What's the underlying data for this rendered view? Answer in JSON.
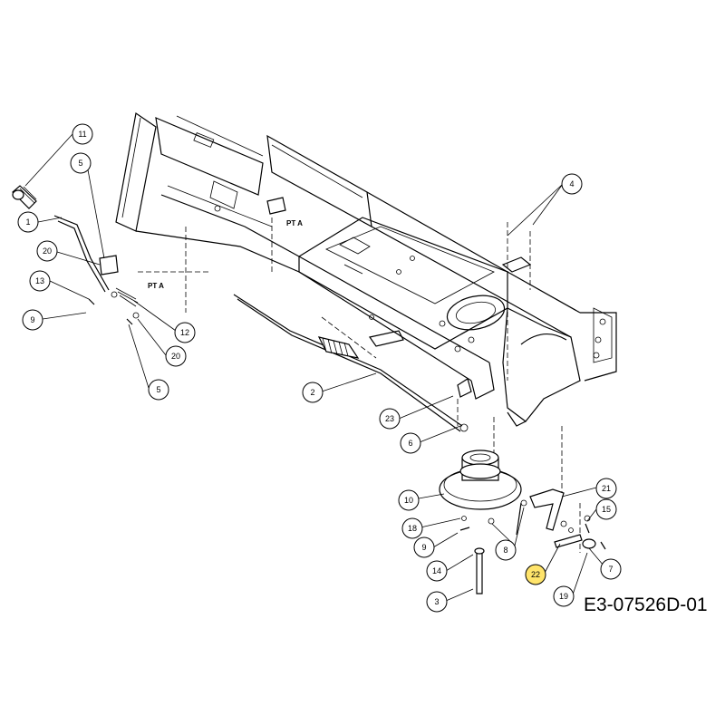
{
  "callouts": [
    {
      "id": "c11",
      "label": "11"
    },
    {
      "id": "c5a",
      "label": "5"
    },
    {
      "id": "c1",
      "label": "1"
    },
    {
      "id": "c20a",
      "label": "20"
    },
    {
      "id": "c13",
      "label": "13"
    },
    {
      "id": "c9a",
      "label": "9"
    },
    {
      "id": "c12",
      "label": "12"
    },
    {
      "id": "c20b",
      "label": "20"
    },
    {
      "id": "c5b",
      "label": "5"
    },
    {
      "id": "c4",
      "label": "4"
    },
    {
      "id": "c2",
      "label": "2"
    },
    {
      "id": "c23",
      "label": "23"
    },
    {
      "id": "c6",
      "label": "6"
    },
    {
      "id": "c10",
      "label": "10"
    },
    {
      "id": "c18",
      "label": "18"
    },
    {
      "id": "c9b",
      "label": "9"
    },
    {
      "id": "c14",
      "label": "14"
    },
    {
      "id": "c3",
      "label": "3"
    },
    {
      "id": "c8",
      "label": "8"
    },
    {
      "id": "c21",
      "label": "21"
    },
    {
      "id": "c15",
      "label": "15"
    },
    {
      "id": "c22",
      "label": "22"
    },
    {
      "id": "c7",
      "label": "7"
    },
    {
      "id": "c19",
      "label": "19"
    }
  ],
  "labels": {
    "pt_a_upper": "PT A",
    "pt_a_lower": "PT A"
  },
  "document_id": "E3-07526D-01",
  "colors": {
    "highlight": "#ffe46b",
    "line": "#000000"
  }
}
